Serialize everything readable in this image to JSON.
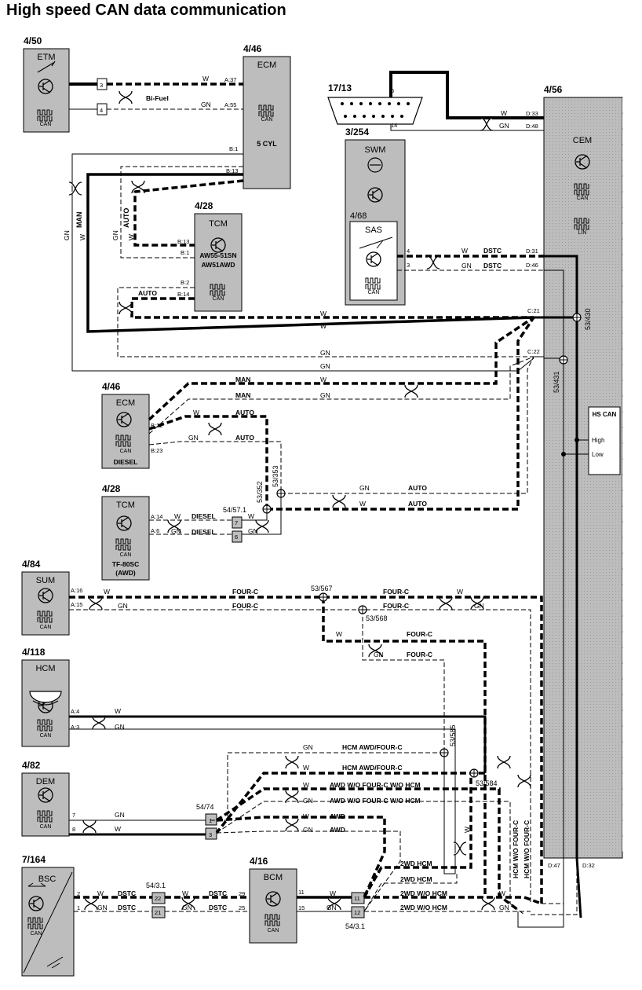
{
  "title": "High speed CAN data communication",
  "modules": {
    "etm": {
      "ref": "4/50",
      "name": "ETM",
      "can": "CAN"
    },
    "ecm5": {
      "ref": "4/46",
      "name": "ECM",
      "can": "CAN",
      "variant": "5 CYL"
    },
    "tcm_aw": {
      "ref": "4/28",
      "name": "TCM",
      "can": "CAN",
      "variant1": "AW55-51SN",
      "variant2": "AW51AWD"
    },
    "obd": {
      "ref": "17/13"
    },
    "swm": {
      "ref": "3/254",
      "name": "SWM"
    },
    "sas": {
      "ref": "4/68",
      "name": "SAS",
      "can": "CAN"
    },
    "cem": {
      "ref": "4/56",
      "name": "CEM",
      "can": "CAN",
      "lin": "LIN"
    },
    "ecm_d": {
      "ref": "4/46",
      "name": "ECM",
      "can": "CAN",
      "variant": "DIESEL"
    },
    "tcm_tf": {
      "ref": "4/28",
      "name": "TCM",
      "can": "CAN",
      "variant1": "TF-80SC",
      "variant2": "(AWD)"
    },
    "sum": {
      "ref": "4/84",
      "name": "SUM",
      "can": "CAN"
    },
    "hcm": {
      "ref": "4/118",
      "name": "HCM",
      "can": "CAN"
    },
    "dem": {
      "ref": "4/82",
      "name": "DEM",
      "can": "CAN"
    },
    "bsc": {
      "ref": "7/164",
      "name": "BSC",
      "can": "CAN"
    },
    "bcm": {
      "ref": "4/16",
      "name": "BCM",
      "can": "CAN"
    }
  },
  "hscan": {
    "title": "HS CAN",
    "high": "High",
    "low": "Low"
  },
  "labels": {
    "bifuel": "Bi-Fuel",
    "man": "MAN",
    "auto": "AUTO",
    "diesel": "DIESEL",
    "fourc": "FOUR-C",
    "dstc": "DSTC",
    "hcm_awd": "HCM AWD/FOUR-C",
    "awd_wo": "AWD W/O FOUR-C W/O HCM",
    "awd": "AWD",
    "hcm_2wd": "2WD HCM",
    "wd_wo": "2WD W/O HCM",
    "hcm_wo": "HCM W/O FOUR-C",
    "w": "W",
    "gn": "GN"
  },
  "pins": {
    "etm3": "3",
    "etm4": "4",
    "a37": "A:37",
    "a55": "A:55",
    "b1": "B:1",
    "b13": "B:13",
    "t_b13": "B:13",
    "t_b1": "B:1",
    "t_b2": "B:2",
    "t_b14": "B:14",
    "p6": "6",
    "p14": "14",
    "d33": "D:33",
    "d48": "D:48",
    "d31": "D:31",
    "d46": "D:46",
    "c21": "C:21",
    "c22": "C:22",
    "d47": "D:47",
    "d32": "D:32",
    "s4": "4",
    "s3": "3",
    "b22": "B:22",
    "b23": "B:23",
    "a14": "A:14",
    "a6": "A:6",
    "c7": "7",
    "c6": "6",
    "a16": "A:16",
    "a15": "A:15",
    "a4": "A:4",
    "a3": "A:3",
    "d7": "7",
    "d8": "8",
    "j1": "1",
    "j3": "3",
    "bs2": "2",
    "bs1": "1",
    "c22b": "22",
    "c21b": "21",
    "bc29": "29",
    "bc25": "25",
    "bc11": "11",
    "bc15": "15",
    "c11": "11",
    "c12": "12"
  },
  "refs": {
    "r53_430": "53/430",
    "r53_431": "53/431",
    "r53_352": "53/352",
    "r53_353": "53/353",
    "r54_57": "54/57.1",
    "r53_567": "53/567",
    "r53_568": "53/568",
    "r53_585": "53/585",
    "r53_584": "53/584",
    "r54_74": "54/74",
    "r54_3a": "54/3.1",
    "r54_3b": "54/3.1"
  }
}
